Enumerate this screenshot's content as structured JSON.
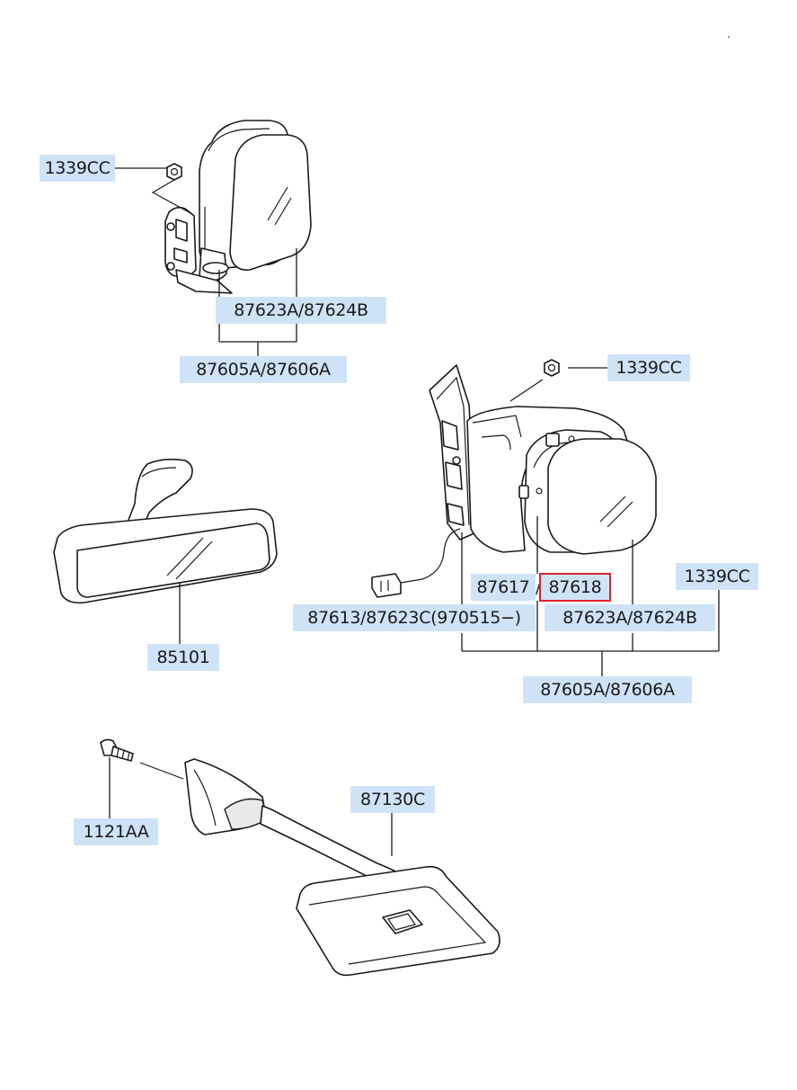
{
  "labels": {
    "top_nut": "1339CC",
    "top_mirror_glass": "87623A/87624B",
    "top_mirror_assy": "87605A/87606A",
    "right_nut": "1339CC",
    "right_nut_2": "1339CC",
    "holder_left": "87617",
    "holder_right": "87618",
    "harness": "87613/87623C(970515−)",
    "right_mirror_glass": "87623A/87624B",
    "right_mirror_assy": "87605A/87606A",
    "inside_mirror": "85101",
    "bolt": "1121AA",
    "fender_mirror": "87130C",
    "separator": "/"
  },
  "colors": {
    "label_bg": "#cfe3f6",
    "highlight": "#e0222a",
    "line": "#1a1a1a"
  }
}
